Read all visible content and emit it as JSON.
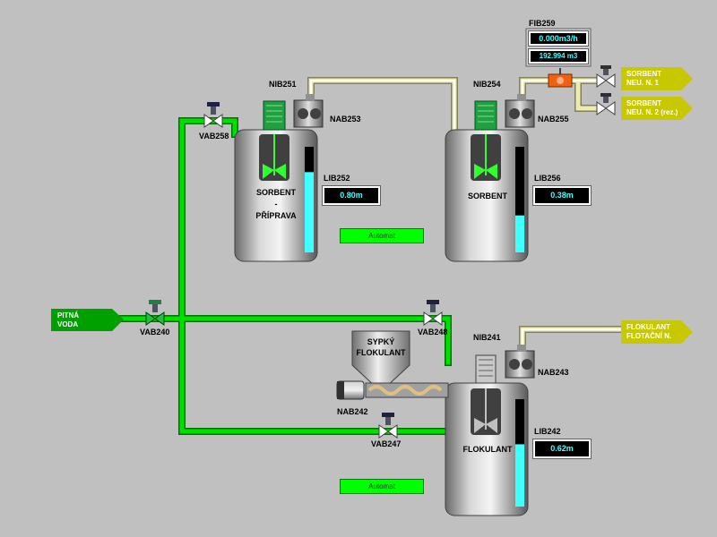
{
  "tanks": {
    "sorbent_prep": {
      "label_line1": "SORBENT",
      "label_line2": "-",
      "label_line3": "PŘÍPRAVA",
      "level_tag": "LIB252",
      "level_value": "0.80m",
      "level_fraction": 0.76
    },
    "sorbent": {
      "label": "SORBENT",
      "level_tag": "LIB256",
      "level_value": "0.38m",
      "level_fraction": 0.35
    },
    "flokulant": {
      "label": "FLOKULANT",
      "level_tag": "LIB242",
      "level_value": "0.62m",
      "level_fraction": 0.58
    }
  },
  "hopper": {
    "label_line1": "SYPKÝ",
    "label_line2": "FLOKULANT"
  },
  "flowmeter": {
    "tag": "FIB259",
    "flow_value": "0.000",
    "flow_unit": "m3/h",
    "total_value": "192.994 m3"
  },
  "pumps": {
    "nib251": "NIB251",
    "nab253": "NAB253",
    "nib254": "NIB254",
    "nab255": "NAB255",
    "nib241": "NIB241",
    "nab243": "NAB243"
  },
  "valves": {
    "vab258": "VAB258",
    "vab240": "VAB240",
    "vab248": "VAB248",
    "vab247": "VAB247"
  },
  "motor": {
    "nab242": "NAB242"
  },
  "inlet": {
    "line1": "PITNÁ",
    "line2": "VODA"
  },
  "outlets": {
    "sorbent_1": {
      "line1": "SORBENT",
      "line2": "NEU. N. 1"
    },
    "sorbent_2": {
      "line1": "SORBENT",
      "line2": "NEU. N. 2 (rez.)"
    },
    "flokulant": {
      "line1": "FLOKULANT",
      "line2": "FLOTAČNÍ N."
    }
  },
  "buttons": {
    "automat_top": "Automat",
    "automat_bottom": "Automat"
  },
  "colors": {
    "water": "#00e000",
    "sorbent": "#e8e8a0",
    "level": "#40ffff",
    "outlet": "#c8c800"
  }
}
